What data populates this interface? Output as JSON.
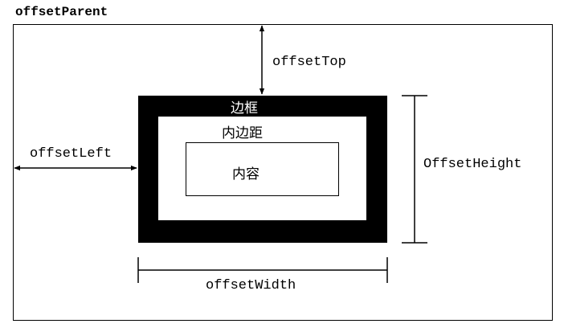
{
  "title": "offsetParent",
  "labels": {
    "border": "边框",
    "padding": "内边距",
    "content": "内容",
    "offset_top": "offsetTop",
    "offset_left": "offsetLeft",
    "offset_height": "OffsetHeight",
    "offset_width": "offsetWidth"
  },
  "colors": {
    "ink": "#000000",
    "background": "#ffffff"
  }
}
